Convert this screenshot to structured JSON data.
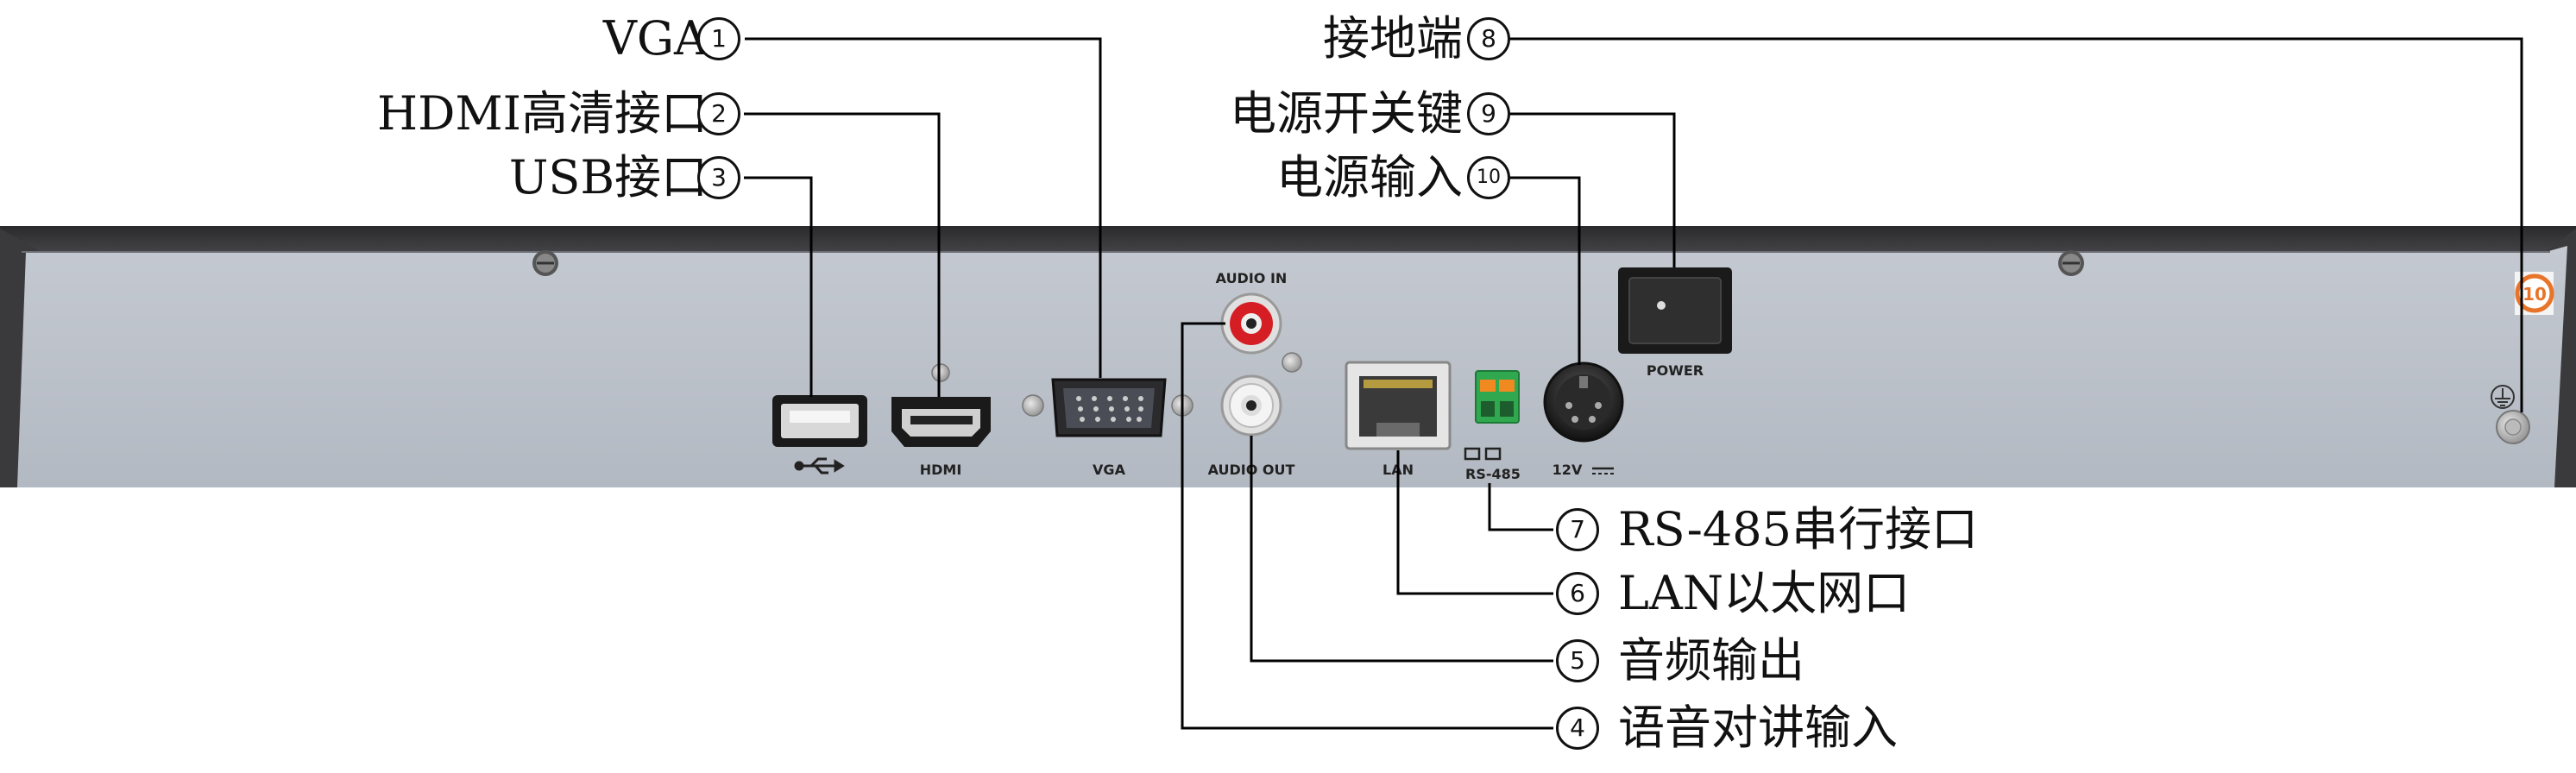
{
  "panel": {
    "port_labels": {
      "audio_in": "AUDIO IN",
      "audio_out": "AUDIO OUT",
      "hdmi": "HDMI",
      "vga": "VGA",
      "lan": "LAN",
      "rs485": "RS-485",
      "power_in": "12V",
      "power_switch": "POWER"
    },
    "badge": "10"
  },
  "callouts": [
    {
      "number": "1",
      "label": "VGA"
    },
    {
      "number": "2",
      "label": "HDMI高清接口"
    },
    {
      "number": "3",
      "label": "USB接口"
    },
    {
      "number": "4",
      "label": "语音对讲输入"
    },
    {
      "number": "5",
      "label": "音频输出"
    },
    {
      "number": "6",
      "label": "LAN以太网口"
    },
    {
      "number": "7",
      "label": "RS-485串行接口"
    },
    {
      "number": "8",
      "label": "接地端"
    },
    {
      "number": "9",
      "label": "电源开关键"
    },
    {
      "number": "10",
      "label": "电源输入"
    }
  ]
}
